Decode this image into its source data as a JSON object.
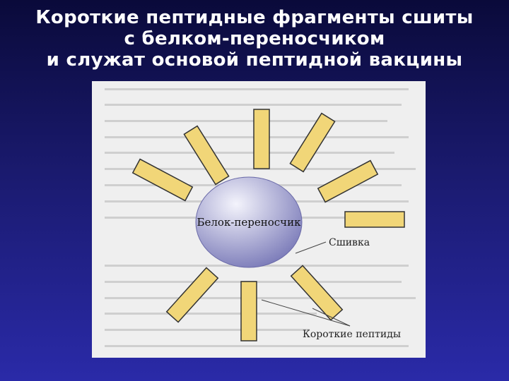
{
  "slide": {
    "title_lines": [
      "Короткие пептидные фрагменты сшиты",
      "с белком-переносчиком",
      "и служат основой пептидной вакцины"
    ]
  },
  "diagram": {
    "center_label": "Белок-переносчик",
    "crosslink_label": "Сшивка",
    "peptides_label": "Короткие пептиды",
    "colors": {
      "peptide_fill": "#f1d678",
      "peptide_stroke": "#333333",
      "sphere_light": "#f4f4fc",
      "sphere_dark": "#7a7ab8",
      "panel_background": "#efefef"
    }
  }
}
